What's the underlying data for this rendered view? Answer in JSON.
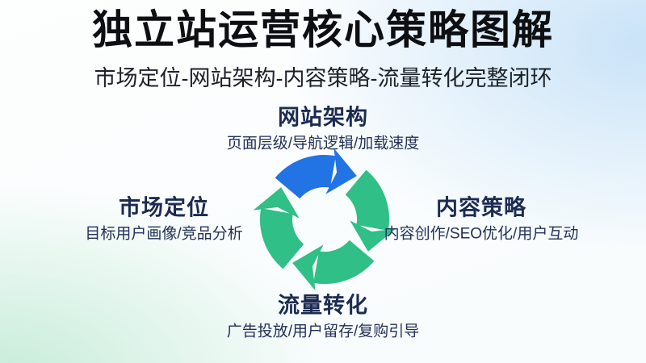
{
  "page": {
    "title": "独立站运营核心策略图解",
    "subtitle": "市场定位-网站架构-内容策略-流量转化完整闭环"
  },
  "cycle": {
    "type": "cycle-diagram",
    "direction": "clockwise",
    "nodes": [
      {
        "position": "top",
        "title": "网站架构",
        "desc": "页面层级/导航逻辑/加载速度"
      },
      {
        "position": "right",
        "title": "内容策略",
        "desc": "内容创作/SEO优化/用户互动"
      },
      {
        "position": "bottom",
        "title": "流量转化",
        "desc": "广告投放/用户留存/复购引导"
      },
      {
        "position": "left",
        "title": "市场定位",
        "desc": "目标用户画像/竞品分析"
      }
    ]
  },
  "colors": {
    "arrow_blue": "#2273e4",
    "arrow_green": "#30bf86",
    "heading": "#1c2b52",
    "subtext": "#233157",
    "bg_blue": "#c9e3f8",
    "bg_green": "#c6ecd8"
  }
}
